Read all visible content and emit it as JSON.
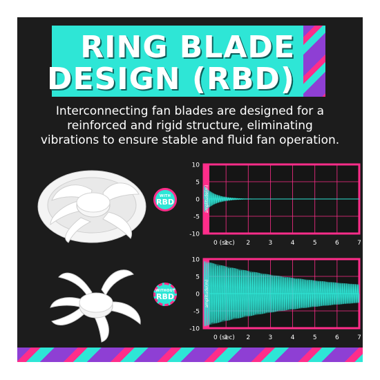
{
  "title": {
    "line1": "RING BLADE",
    "line2": "DESIGN (RBD)"
  },
  "description": [
    "Interconnecting fan blades are designed for a",
    "reinforced and rigid structure, eliminating",
    "vibrations to ensure stable and fluid fan operation."
  ],
  "badges": [
    {
      "small": "WITH",
      "big": "RBD"
    },
    {
      "small": "WITHOUT",
      "big": "RBD"
    }
  ],
  "colors": {
    "accent": "#2ee6d6",
    "pink": "#ff2d8a",
    "purple": "#8e3fd4",
    "panel": "#1c1c1c"
  },
  "chart_data": [
    {
      "type": "area",
      "ylabel": "amplitude(m)",
      "xlabel_first_tick": "0 (sec)",
      "x_ticks": [
        "0 (sec)",
        "1",
        "2",
        "3",
        "4",
        "5",
        "6",
        "7"
      ],
      "y_ticks": [
        "10",
        "5",
        "0",
        "-5",
        "-10"
      ],
      "xlim": [
        0,
        7
      ],
      "ylim": [
        -10,
        10
      ],
      "grid": true,
      "initial_amplitude": 4,
      "decay_seconds": 0.5
    },
    {
      "type": "area",
      "ylabel": "amplitude(m)",
      "xlabel_first_tick": "0 (sec)",
      "x_ticks": [
        "0 (sec)",
        "1",
        "2",
        "3",
        "4",
        "5",
        "6",
        "7"
      ],
      "y_ticks": [
        "10",
        "5",
        "0",
        "-5",
        "-10"
      ],
      "xlim": [
        0,
        7
      ],
      "ylim": [
        -10,
        10
      ],
      "grid": true,
      "initial_amplitude": 9.5,
      "decay_seconds": 5.5
    }
  ]
}
